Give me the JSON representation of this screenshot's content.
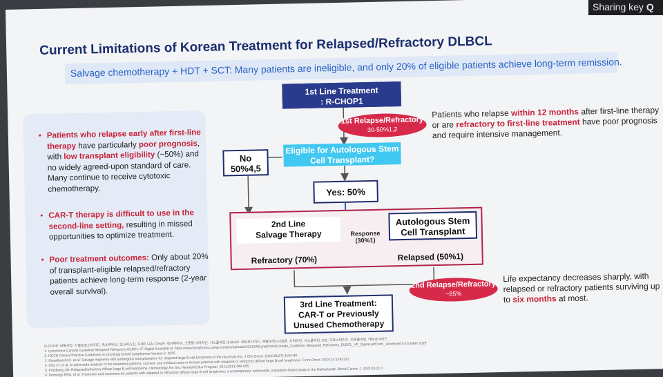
{
  "sharing": {
    "label": "Sharing key"
  },
  "slide": {
    "title": "Current Limitations of Korean Treatment for Relapsed/Refractory DLBCL",
    "subtitle": "Salvage chemotherapy + HDT + SCT: Many patients are ineligible, and only 20% of eligible patients achieve long-term remission."
  },
  "bullets": [
    {
      "strong": "Patients who relapse early after first-line therapy",
      "mid": " have particularly ",
      "strong2": "poor prognosis",
      "rest1": ", with ",
      "strong3": "low transplant eligibility",
      "rest2": " (~50%) and no widely agreed-upon standard of care. Many continue to receive cytotoxic chemotherapy."
    },
    {
      "strong": "CAR-T therapy is difficult to use in the second-line setting,",
      "rest": " resulting in missed opportunities to optimize treatment."
    },
    {
      "strong": "Poor treatment outcomes:",
      "rest": " Only about 20% of transplant-eligible relapsed/refractory patients achieve long-term response (2-year overall survival)."
    }
  ],
  "flow": {
    "first_line_a": "1st Line Treatment",
    "first_line_b": ": R-CHOP1",
    "relapse1_a": "1st Relapse/Refractory",
    "relapse1_b": "30-50%1,2",
    "eligible_a": "Eligible for Autologous Stem",
    "eligible_b": "Cell Transplant?",
    "no_a": "No",
    "no_b": "50%4,5",
    "yes": "Yes: 50%",
    "second_line_a": "2nd Line",
    "second_line_b": "Salvage Therapy",
    "response_a": "Response",
    "response_b": "(30%1)",
    "asct_a": "Autologous Stem",
    "asct_b": "Cell Transplant",
    "refractory": "Refractory (70%)",
    "relapsed": "Relapsed (50%1)",
    "relapse2_a": "2nd Relapse/Refractory",
    "relapse2_b": "~85%",
    "third_a": "3rd Line Treatment:",
    "third_b": "CAR-T or Previously",
    "third_c": "Unused Chemotherapy"
  },
  "notes": {
    "top": {
      "p1": "Patients who relapse ",
      "h1": "within 12 months",
      "p2": " after first-line therapy or are ",
      "h2": "refractory to first-line treatment",
      "p3": " have poor prognosis and require intensive management."
    },
    "bottom": {
      "p1": "Life expectancy decreases sharply, with relapsed or refractory patients surviving up to ",
      "h1": "six months",
      "p2": " at most."
    }
  },
  "references": [
    "R-CHOP: 리툭시맙, 시클로포스파미드, 독소루비신, 빈크리스틴, 프레드니손; DHAP: 덱사메타손, 고용량 시타라빈, 시스플라틴; ESHAP: 에토포사이드, 메틸프레드니솔론, 시타라빈, 시스플라틴; ICE: 이포스파미드, 카보플라틴, 에토포사이드.",
    "1. Lymphoma Canada Guideline Relapsed Refractory DLBCL VF Digital Available at: https://www.lymphoma.ca/wp-content/uploads/2021/09/LymphomaCanada_Guideline_Relapsed_Refractory_DLBCL_VF_Digital.pdf?utm_ Accessed in October 2025",
    "2. NCCN Clinical Practice Guidelines in Oncology B-Cell Lymphomas Version 2. 2025",
    "3. Gisselbrecht C. et al. Salvage regimens with autologous transplantation for relapsed large B-cell lymphoma in the rituximab era. J Clin Oncol. 2010;28(27):4184-90.",
    "4. Cho JY, et al. A nationwide analysis of the treatment patterns, survival, and medical costs in Korean patients with relapsed or refractory diffuse large B-cell lymphoma. Front Oncol. 2024;14:1292323.",
    "5. Friedberg JW. Relapsed/refractory diffuse large B-cell lymphoma. Hematology Am Soc Hematol Educ Program. 2011;2011:498-505.",
    "6. Pennings ERA, et al. Treatment and outcomes for patients with relapsed or refractory diffuse large B-cell lymphoma: a contemporary, nationwide, population-based study in the Netherlands. Blood Cancer J. 2024;14(1):3."
  ]
}
